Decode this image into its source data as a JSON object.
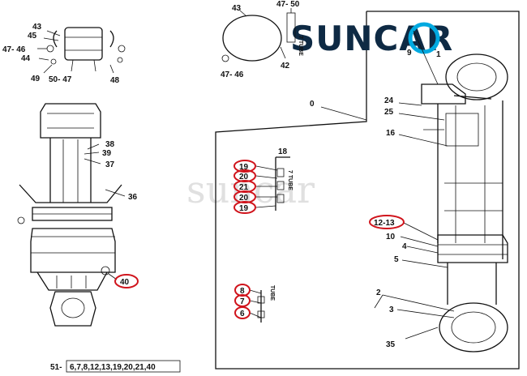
{
  "logo": {
    "text": "SUNCAR",
    "accent_color": "#0e2a44",
    "ring_color": "#00a9e0"
  },
  "watermark": "suncar",
  "highlight_color": "#d0141c",
  "labels": {
    "p43a": "43",
    "p45": "45",
    "p4746a": "47- 46",
    "p44": "44",
    "p49": "49",
    "p5047": "50- 47",
    "p48": "48",
    "p43b": "43",
    "p4750": "47- 50",
    "p42": "42",
    "p4746b": "47- 46",
    "p38": "38",
    "p39": "39",
    "p37": "37",
    "p36": "36",
    "p40": "40",
    "p18": "18",
    "p19a": "19",
    "p20a": "20",
    "p21": "21",
    "p20b": "20",
    "p19b": "19",
    "p8": "8",
    "p7": "7",
    "p6": "6",
    "p0": "0",
    "p9": "9",
    "p1": "1",
    "p24": "24",
    "p25": "25",
    "p16": "16",
    "p1213": "12-13",
    "p10": "10",
    "p4": "4",
    "p5": "5",
    "p2": "2",
    "p3": "3",
    "p35": "35",
    "kit_prefix": "51-",
    "kit_list": "6,7,8,12,13,19,20,21,40"
  },
  "vertical_text": {
    "tube_a": "7 TUBE",
    "tube_b": "7 TUBE",
    "tube_c": "TUBE"
  }
}
